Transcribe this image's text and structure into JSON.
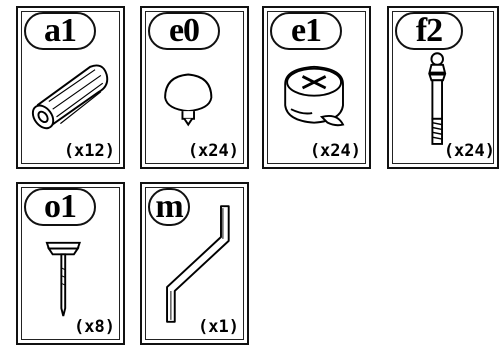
{
  "parts": [
    {
      "code": "a1",
      "qty": "(x12)",
      "icon": "wooden-dowel-icon"
    },
    {
      "code": "e0",
      "qty": "(x24)",
      "icon": "cover-cap-icon"
    },
    {
      "code": "e1",
      "qty": "(x24)",
      "icon": "cam-lock-icon"
    },
    {
      "code": "f2",
      "qty": "(x24)",
      "icon": "cam-bolt-icon"
    },
    {
      "code": "o1",
      "qty": "(x8)",
      "icon": "glide-nail-icon"
    },
    {
      "code": "m",
      "qty": "(x1)",
      "icon": "allen-key-icon"
    }
  ]
}
